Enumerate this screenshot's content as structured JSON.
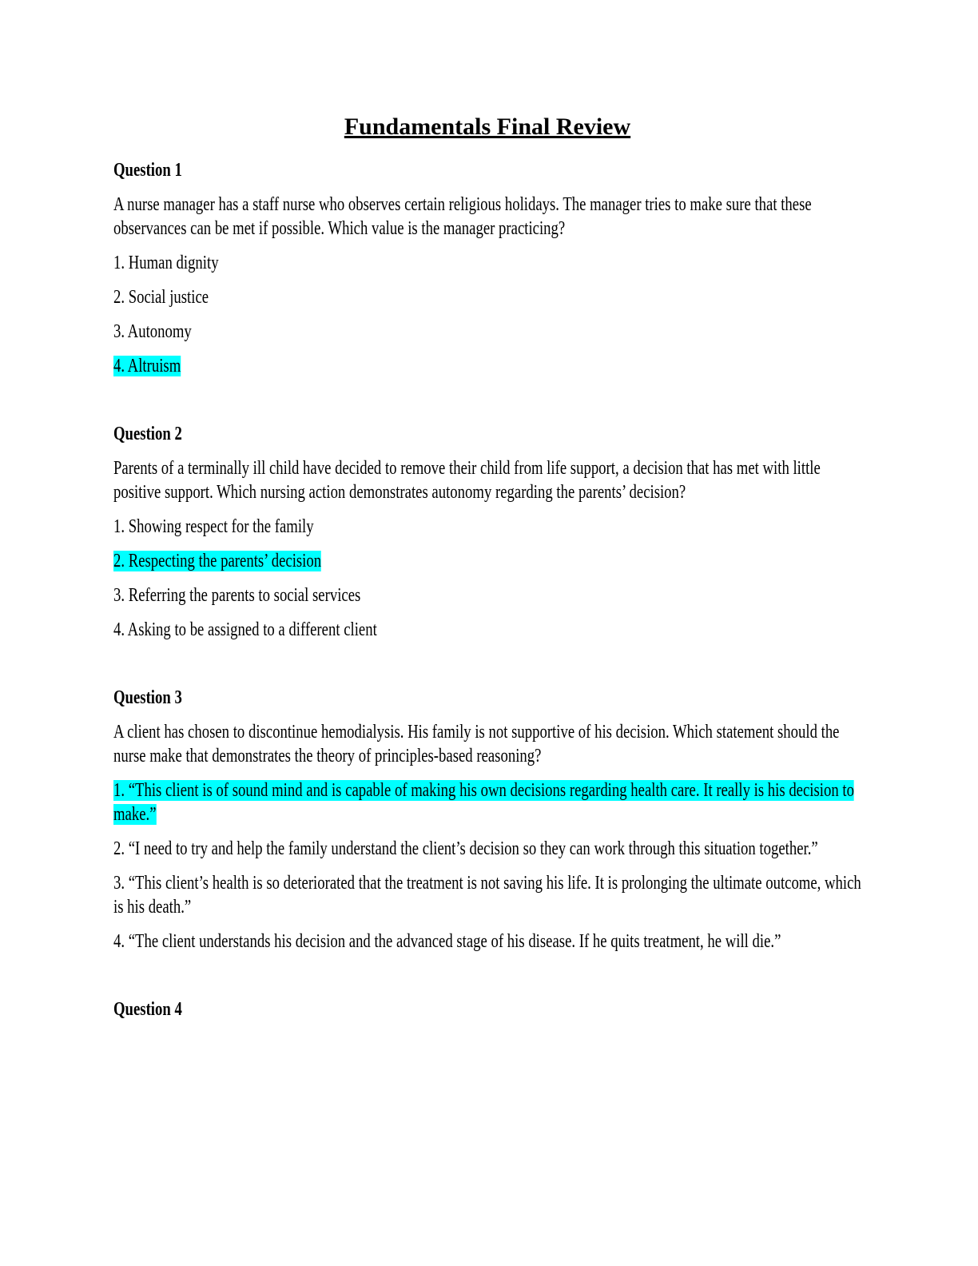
{
  "document": {
    "title": "Fundamentals Final Review",
    "highlight_color": "#00ffff",
    "questions": [
      {
        "heading": "Question 1",
        "prompt": "A nurse manager has a staff nurse who observes certain religious holidays. The manager tries to make sure that these observances can be met if possible. Which value is the manager practicing?",
        "options": [
          {
            "text": "1. Human dignity",
            "highlighted": false
          },
          {
            "text": "2. Social justice",
            "highlighted": false
          },
          {
            "text": "3. Autonomy",
            "highlighted": false
          },
          {
            "text": "4. Altruism",
            "highlighted": true
          }
        ]
      },
      {
        "heading": "Question 2",
        "prompt": "Parents of a terminally ill child have decided to remove their child from life support, a decision that has met with little positive support. Which nursing action demonstrates autonomy regarding the parents’ decision?",
        "options": [
          {
            "text": "1. Showing respect for the family",
            "highlighted": false
          },
          {
            "text": "2. Respecting the parents’ decision",
            "highlighted": true
          },
          {
            "text": "3. Referring the parents to social services",
            "highlighted": false
          },
          {
            "text": "4. Asking to be assigned to a different client",
            "highlighted": false
          }
        ]
      },
      {
        "heading": "Question 3",
        "prompt": "A client has chosen to discontinue hemodialysis. His family is not supportive of his decision. Which statement should the nurse make that demonstrates the theory of principles-based reasoning?",
        "options": [
          {
            "text": "1. “This client is of sound mind and is capable of making his own decisions regarding health care. It really is his decision to make.”",
            "highlighted": true
          },
          {
            "text": "2. “I need to try and help the family understand the client’s decision so they can work through this situation together.”",
            "highlighted": false
          },
          {
            "text": "3. “This client’s health is so deteriorated that the treatment is not saving his life. It is prolonging the ultimate outcome, which is his death.”",
            "highlighted": false
          },
          {
            "text": "4. “The client understands his decision and the advanced stage of his disease. If he quits treatment, he will die.”",
            "highlighted": false
          }
        ]
      },
      {
        "heading": "Question 4",
        "prompt": "",
        "options": []
      }
    ]
  }
}
